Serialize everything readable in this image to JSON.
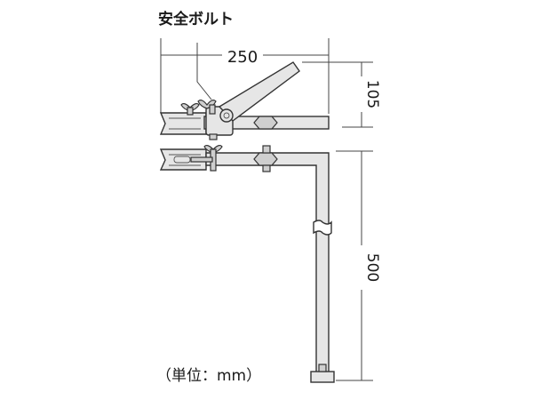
{
  "labels": {
    "safety_bolt": "安全ボルト",
    "unit": "（単位：mm）"
  },
  "dimensions": {
    "width": "250",
    "lever_height": "105",
    "rod_height": "500"
  },
  "colors": {
    "part_fill": "#e6e6e6",
    "outline": "#333333",
    "dimension_line": "#444444"
  }
}
